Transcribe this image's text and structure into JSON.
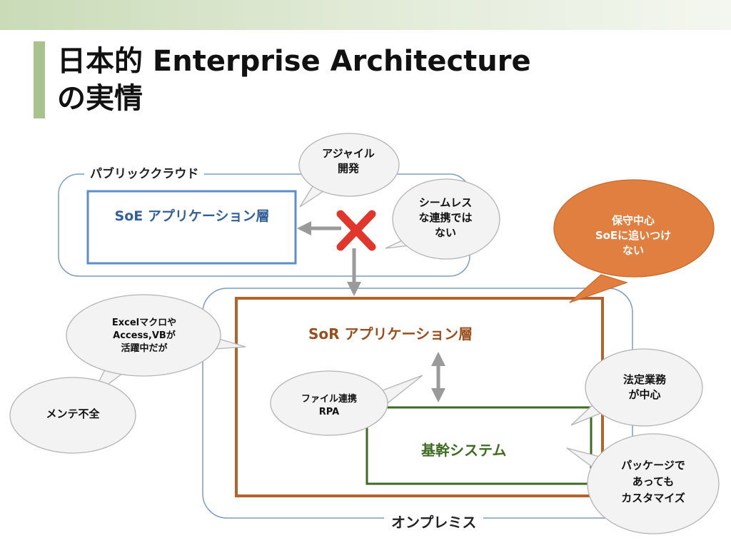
{
  "slide": {
    "title_line1": "日本的 Enterprise Architecture",
    "title_line2": "の実情"
  },
  "zones": {
    "cloud_label": "パブリッククラウド",
    "onprem_label": "オンプレミス"
  },
  "layers": {
    "soe_label": "SoE アプリケーション層",
    "sor_label": "SoR アプリケーション層",
    "kikan_label": "基幹システム"
  },
  "bubbles": {
    "agile": [
      "アジャイル",
      "開発"
    ],
    "seamless": [
      "シームレス",
      "な連携では",
      "ない"
    ],
    "hoshu": [
      "保守中心",
      "SoEに追いつけ",
      "ない"
    ],
    "excel": [
      "Excelマクロや",
      "Access,VBが",
      "活躍中だが"
    ],
    "mente": [
      "メンテ不全"
    ],
    "file": [
      "ファイル連携",
      "RPA"
    ],
    "hotei": [
      "法定業務",
      "が中心"
    ],
    "package": [
      "パッケージで",
      "あっても",
      "カスタマイズ"
    ]
  },
  "icons": {
    "no_connection": "cross-icon"
  },
  "colors": {
    "soe": "#5b8fc9",
    "sor": "#b5622b",
    "kikan": "#3e6b22",
    "callout_orange": "#e07f3f",
    "cross": "#e0362c",
    "arrow": "#9a9a9a"
  }
}
